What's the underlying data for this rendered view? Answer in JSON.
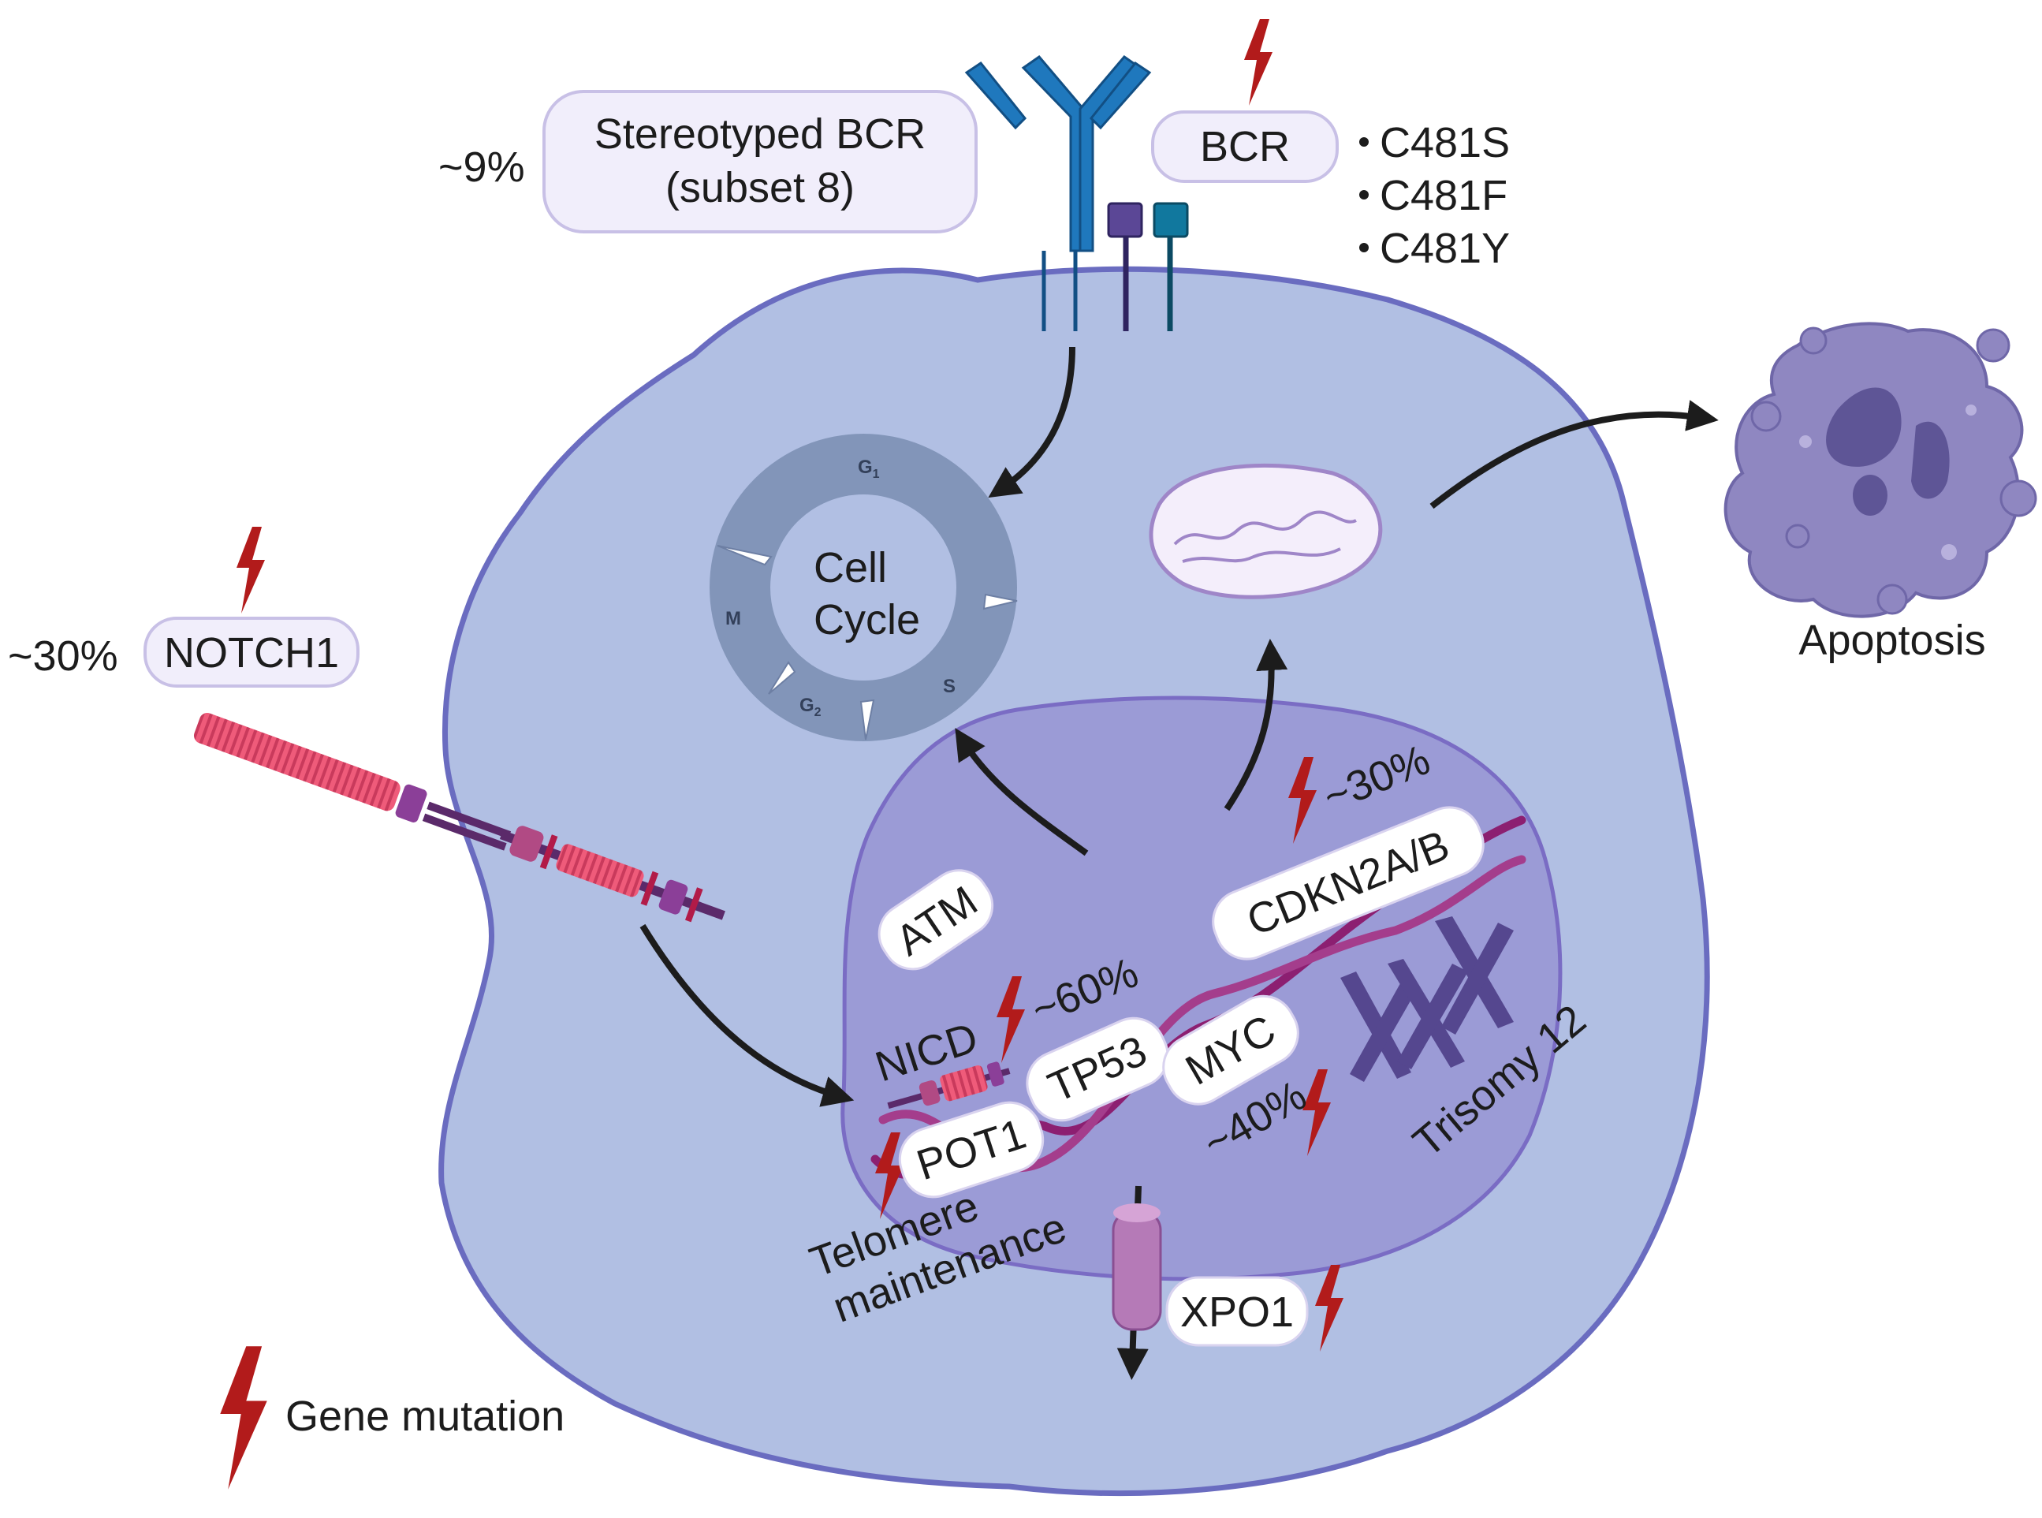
{
  "bcr_receptor": {
    "stereotyped_label_line1": "Stereotyped BCR",
    "stereotyped_label_line2": "(subset 8)",
    "stereotyped_pct": "~9%",
    "bcr_label": "BCR",
    "bcr_mutations": [
      "C481S",
      "C481F",
      "C481Y"
    ]
  },
  "notch1": {
    "label": "NOTCH1",
    "pct": "~30%"
  },
  "cell_cycle": {
    "label_line1": "Cell",
    "label_line2": "Cycle",
    "phases": [
      "G1",
      "S",
      "G2",
      "M"
    ]
  },
  "apoptosis": {
    "label": "Apoptosis"
  },
  "nucleus": {
    "atm": "ATM",
    "nicd": "NICD",
    "tp53": "TP53",
    "tp53_pct": "~60%",
    "pot1": "POT1",
    "myc": "MYC",
    "myc_pct": "~40%",
    "cdkn2ab": "CDKN2A/B",
    "cdkn2ab_pct": "~30%",
    "trisomy": "Trisomy 12",
    "telomere_line1": "Telomere",
    "telomere_line2": "maintenance",
    "xpo1": "XPO1"
  },
  "legend": {
    "gene_mutation": "Gene mutation"
  },
  "colors": {
    "cell_fill": "#b1bfe3",
    "cell_stroke": "#6a6cc0",
    "nucleus_fill": "#9b9bd6",
    "dna": "#8c1f71",
    "bolt": "#b21b1b",
    "bcr_blue": "#1f78bd",
    "notch_pink": "#ef5b7a",
    "apoptosis": "#8f87c1"
  }
}
